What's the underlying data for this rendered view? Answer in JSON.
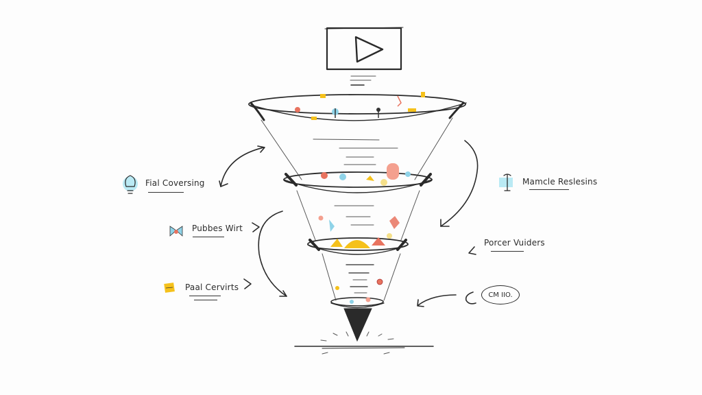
{
  "diagram": {
    "type": "sales-funnel-sketch",
    "top_icon": "video-play-icon",
    "funnel_stages": 4,
    "colors": {
      "ink": "#2a2a2a",
      "accent_blue": "#8fd3e8",
      "accent_yellow": "#f5c11b",
      "accent_red": "#e8735f",
      "background": "#fdfdfd"
    }
  },
  "labels": {
    "left": [
      {
        "icon": "lightbulb-icon",
        "text": "Fial Coversing"
      },
      {
        "icon": "bow-tie-icon",
        "text": "Pubbes Wirt"
      },
      {
        "icon": "sticky-note-icon",
        "text": "Paal Cervirts"
      }
    ],
    "right": [
      {
        "icon": "pin-icon",
        "text": "Mamcle Reslesins"
      },
      {
        "icon": "none",
        "text": "Porcer Vuiders"
      },
      {
        "icon": "speech-bubble",
        "text": "CM IIO."
      }
    ]
  }
}
